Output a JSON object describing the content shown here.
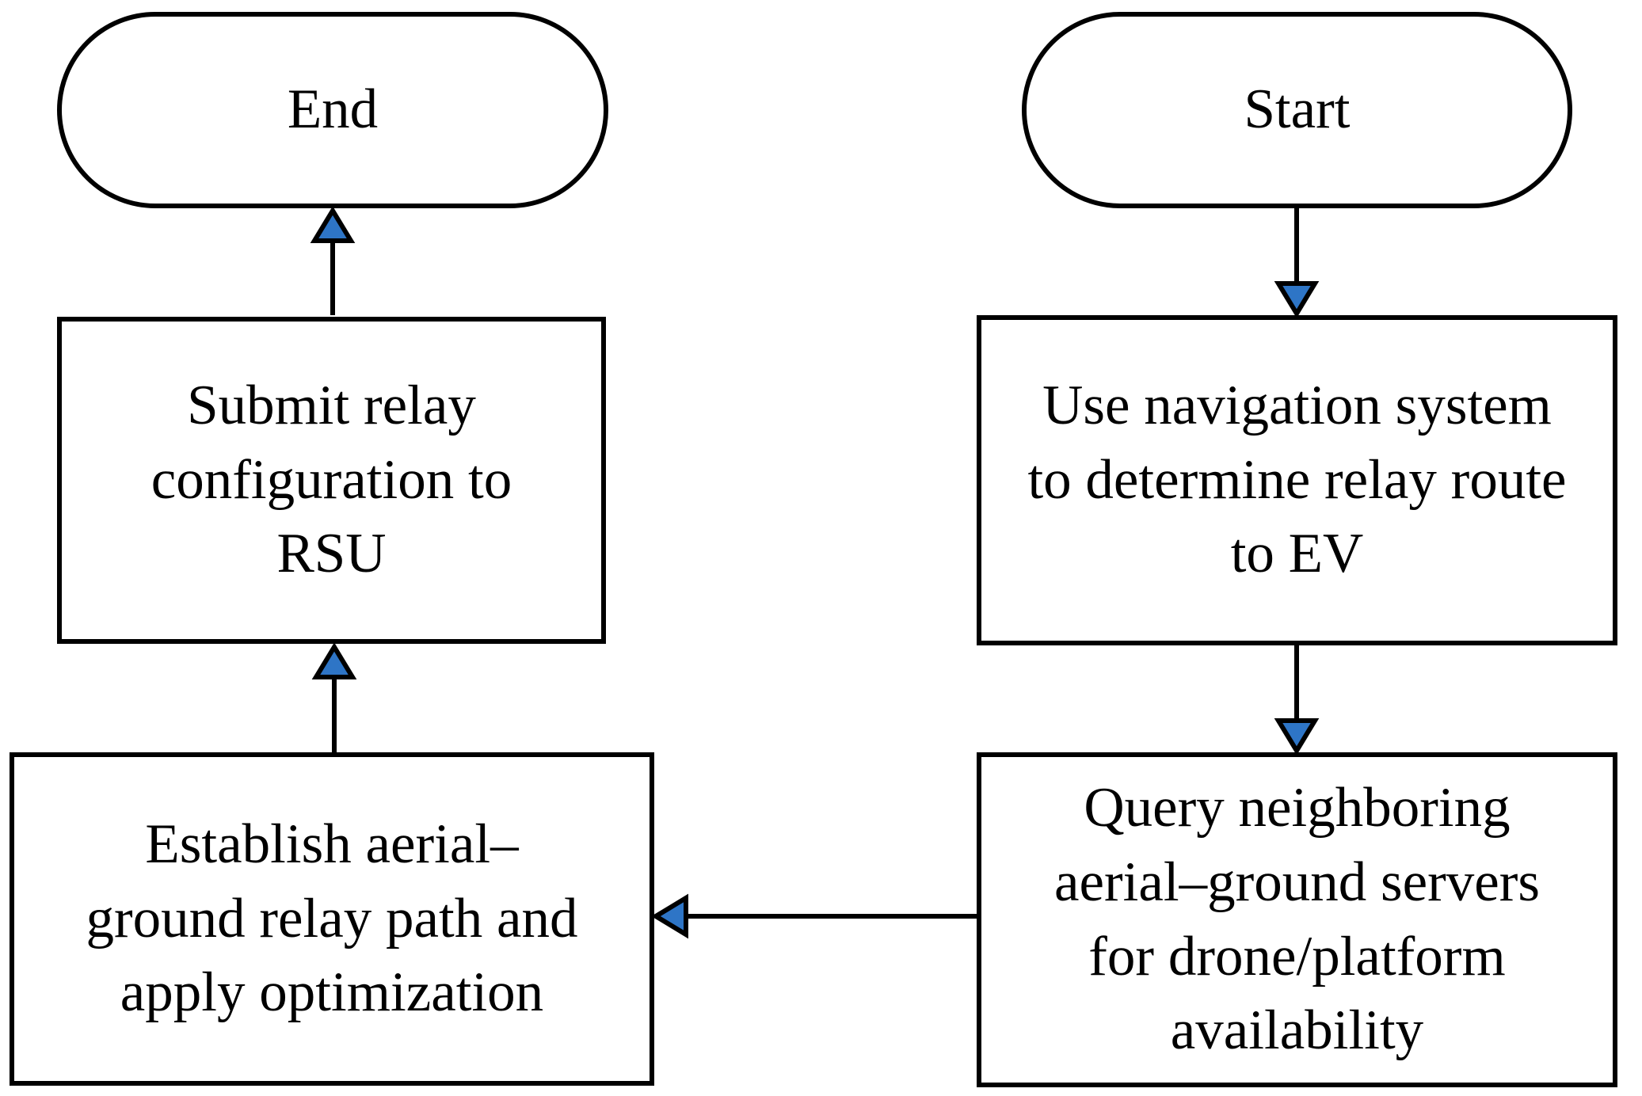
{
  "diagram": {
    "type": "flowchart",
    "accent_color": "#2E75C6",
    "line_color": "#000000",
    "nodes": [
      {
        "id": "start",
        "shape": "terminator",
        "label": "Start"
      },
      {
        "id": "use-nav",
        "shape": "process",
        "label": "Use navigation system\nto determine relay route\nto EV"
      },
      {
        "id": "query",
        "shape": "process",
        "label": "Query neighboring\naerial–ground servers\nfor drone/platform\navailability"
      },
      {
        "id": "establish",
        "shape": "process",
        "label": "Establish aerial–\nground relay path and\napply optimization"
      },
      {
        "id": "submit",
        "shape": "process",
        "label": "Submit relay\nconfiguration to\nRSU"
      },
      {
        "id": "end",
        "shape": "terminator",
        "label": "End"
      }
    ],
    "edges": [
      {
        "from": "start",
        "to": "use-nav"
      },
      {
        "from": "use-nav",
        "to": "query"
      },
      {
        "from": "query",
        "to": "establish"
      },
      {
        "from": "establish",
        "to": "submit"
      },
      {
        "from": "submit",
        "to": "end"
      }
    ]
  }
}
